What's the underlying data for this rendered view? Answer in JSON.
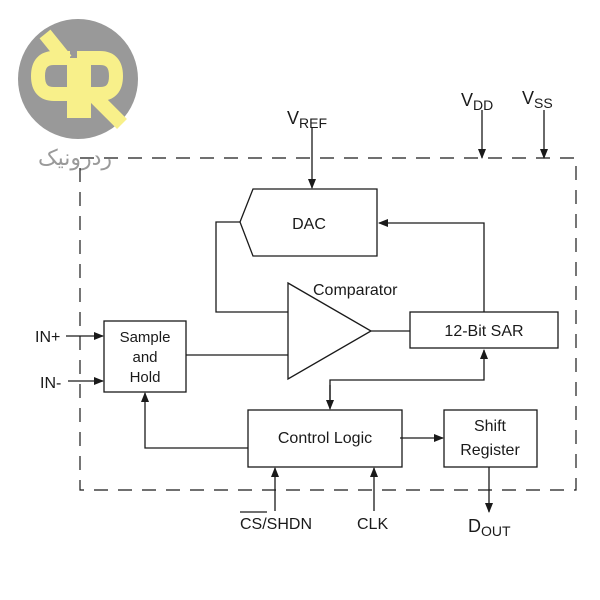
{
  "logo": {
    "letters": "RR",
    "text": "ردرونیک",
    "colors": {
      "circle": "#999999",
      "letters": "#f8f08a",
      "text": "#9a9a9a"
    }
  },
  "pins": {
    "vref": {
      "main": "V",
      "sub": "REF"
    },
    "vdd": {
      "main": "V",
      "sub": "DD"
    },
    "vss": {
      "main": "V",
      "sub": "SS"
    },
    "in_plus": "IN+",
    "in_minus": "IN-",
    "cs_shdn": {
      "overline": "CS",
      "rest": "/SHDN"
    },
    "clk": "CLK",
    "dout": {
      "main": "D",
      "sub": "OUT"
    }
  },
  "blocks": {
    "dac": "DAC",
    "comparator": "Comparator",
    "sar": "12-Bit SAR",
    "sample_hold": [
      "Sample",
      "and",
      "Hold"
    ],
    "control_logic": "Control Logic",
    "shift_register": [
      "Shift",
      "Register"
    ]
  },
  "colors": {
    "line": "#1a1a1a",
    "background": "#ffffff"
  }
}
